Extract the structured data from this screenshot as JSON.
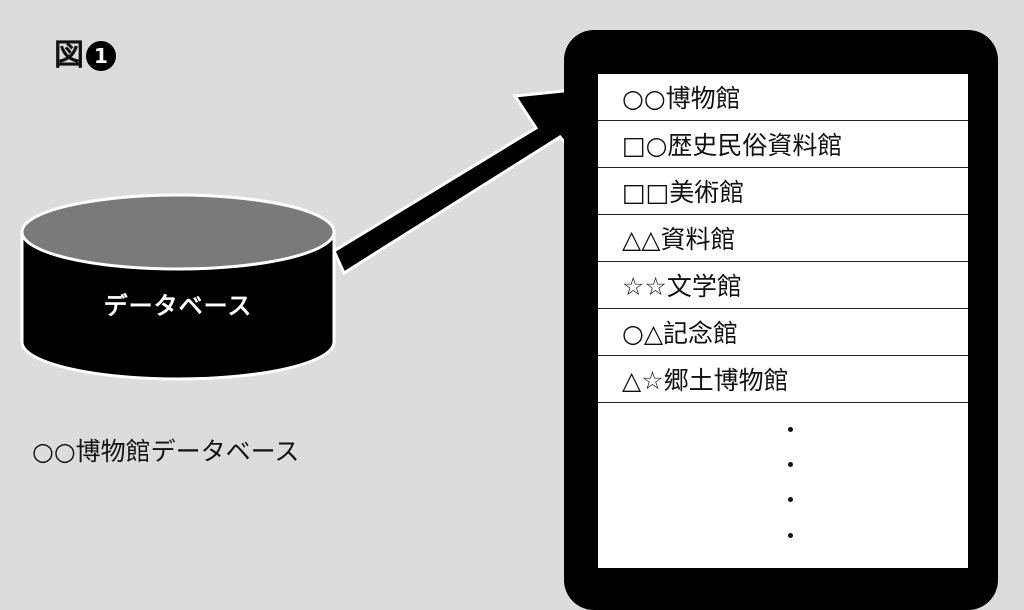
{
  "figure": {
    "label": "図",
    "number": "1"
  },
  "database": {
    "label": "データベース",
    "caption": "○○博物館データベース"
  },
  "list": {
    "items": [
      "○○博物館",
      "□○歴史民俗資料館",
      "□□美術館",
      "△△資料館",
      "☆☆文学館",
      "○△記念館",
      "△☆郷土博物館"
    ],
    "continuation_dots": 4
  }
}
